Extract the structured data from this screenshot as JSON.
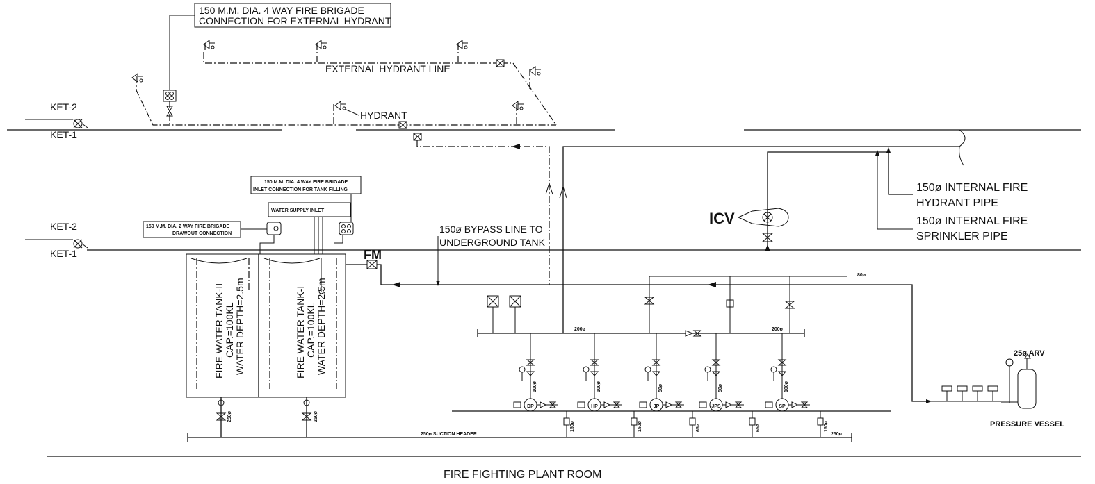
{
  "labels": {
    "fb_external_line1": "150 M.M. DIA. 4 WAY FIRE BRIGADE",
    "fb_external_line2": "CONNECTION FOR EXTERNAL HYDRANT",
    "external_hydrant_line": "EXTERNAL HYDRANT LINE",
    "hydrant": "HYDRANT",
    "ket2_top": "KET-2",
    "ket1_top": "KET-1",
    "ket2_mid": "KET-2",
    "ket1_mid": "KET-1",
    "fb_inlet_line1": "150 M.M. DIA. 4 WAY FIRE BRIGADE",
    "fb_inlet_line2": "INLET CONNECTION FOR TANK FILLING",
    "water_supply_inlet": "WATER SUPPLY INLET",
    "fb_drawout_line1": "150 M.M. DIA. 2 WAY FIRE BRIGADE",
    "fb_drawout_line2": "DRAWOUT CONNECTION",
    "bypass_line1": "150ø BYPASS LINE TO",
    "bypass_line2": "UNDERGROUND TANK",
    "fm": "FM",
    "icv": "ICV",
    "internal_hydrant_line1": "150ø INTERNAL FIRE",
    "internal_hydrant_line2": "HYDRANT PIPE",
    "internal_sprinkler_line1": "150ø INTERNAL FIRE",
    "internal_sprinkler_line2": "SPRINKLER PIPE",
    "pipe_80": "80ø",
    "pipe_200_left": "200ø",
    "pipe_200_right": "200ø",
    "tank2_line1": "FIRE WATER TANK-II",
    "tank2_line2": "CAP.=100KL",
    "tank2_line3": "WATER DEPTH=2.5m",
    "tank1_line1": "FIRE WATER TANK-I",
    "tank1_line2": "CAP.=100KL",
    "tank1_line3": "WATER DEPTH=2.5m",
    "tank_outlet_1": "250ø",
    "tank_outlet_2": "250ø",
    "suction_header": "250ø SUCTION HEADER",
    "suction_end": "250ø",
    "arv": "25ø ARV",
    "pressure_vessel": "PRESSURE VESSEL",
    "title": "FIRE FIGHTING PLANT ROOM"
  },
  "pumps": [
    {
      "label": "DP",
      "suction_size": "150ø"
    },
    {
      "label": "HP",
      "suction_size": "150ø"
    },
    {
      "label": "JP",
      "suction_size": "65ø"
    },
    {
      "label": "JPS",
      "suction_size": "65ø"
    },
    {
      "label": "SP",
      "suction_size": "150ø"
    }
  ],
  "pump_discharge_sizes": [
    "100ø",
    "100ø",
    "50ø",
    "50ø",
    "100ø"
  ]
}
